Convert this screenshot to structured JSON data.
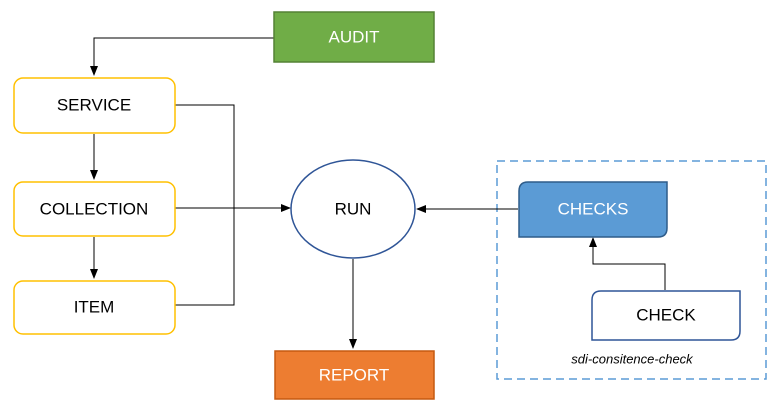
{
  "nodes": {
    "audit": {
      "label": "AUDIT"
    },
    "service": {
      "label": "SERVICE"
    },
    "collection": {
      "label": "COLLECTION"
    },
    "item": {
      "label": "ITEM"
    },
    "run": {
      "label": "RUN"
    },
    "report": {
      "label": "REPORT"
    },
    "checks": {
      "label": "CHECKS"
    },
    "check": {
      "label": "CHECK"
    }
  },
  "group": {
    "label": "sdi-consitence-check"
  },
  "colors": {
    "audit_fill": "#70AD47",
    "audit_stroke": "#548235",
    "report_fill": "#ED7D31",
    "report_stroke": "#C55A11",
    "checks_fill": "#5B9BD5",
    "checks_stroke": "#2E5C8A",
    "yellow_stroke": "#FFC000",
    "blue_stroke": "#2F5597",
    "group_stroke": "#5B9BD5",
    "line": "#000000"
  }
}
